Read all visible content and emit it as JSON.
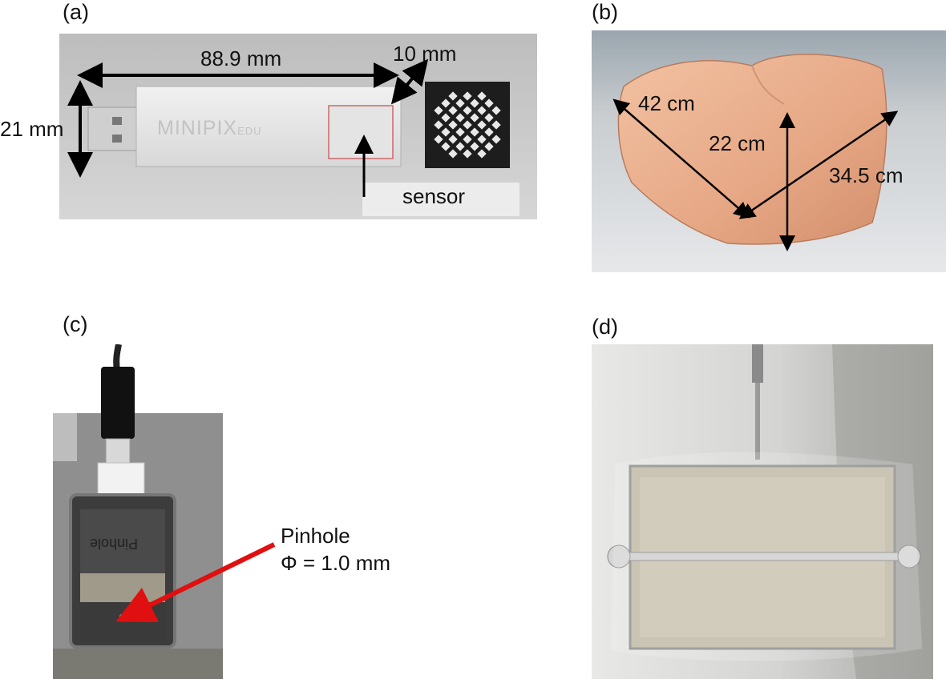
{
  "panels": [
    {
      "id": "a",
      "label": "(a)"
    },
    {
      "id": "b",
      "label": "(b)"
    },
    {
      "id": "c",
      "label": "(c)"
    },
    {
      "id": "d",
      "label": "(d)"
    }
  ],
  "panel_a": {
    "length": "88.9 mm",
    "depth": "10 mm",
    "height": "21 mm",
    "sensor": "sensor",
    "brand_main": "MINIPIX",
    "brand_sub": "EDU"
  },
  "panel_b": {
    "length": "42 cm",
    "height": "22 cm",
    "width": "34.5 cm"
  },
  "panel_c": {
    "pinhole_title": "Pinhole",
    "pinhole_size": "Φ = 1.0 mm",
    "plate_text": "Pinhole"
  },
  "colors": {
    "arrow_red": "#e01010",
    "phantom": "#e8a888",
    "background_gray": "#c8c8c8"
  }
}
